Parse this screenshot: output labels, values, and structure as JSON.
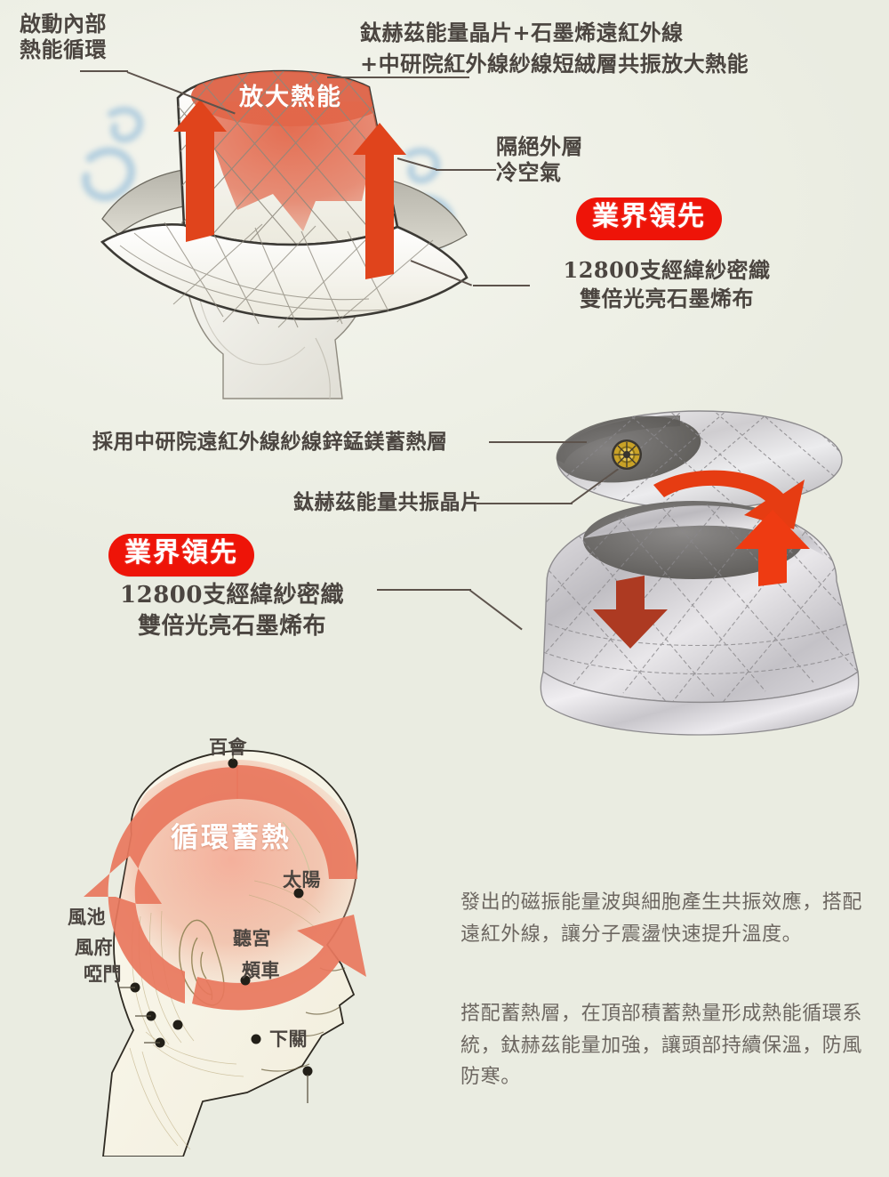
{
  "page": {
    "background_color": "#eff0e7",
    "accent_red": "#ee1408",
    "accent_coral": "#e2674a",
    "arrow_red": "#e0441c",
    "wind_blue": "#a8c8dd",
    "text_color": "#4b4540",
    "body_text_color": "#6d6761"
  },
  "section_top": {
    "label_left": "啟動內部\n熱能循環",
    "label_topright": "鈦赫茲能量晶片+石墨烯遠紅外線\n+中研院紅外線紗線短絨層共振放大熱能",
    "label_right_cold": "隔絕外層\n冷空氣",
    "hat_overlay_text": "放大熱能",
    "badge": "業界領先",
    "badge_caption": "12800支經緯紗密織\n雙倍光亮石墨烯布"
  },
  "section_middle": {
    "label_layer": "採用中研院遠紅外線紗線鋅錳鎂蓄熱層",
    "label_chip": "鈦赫茲能量共振晶片",
    "badge": "業界領先",
    "badge_caption": "12800支經緯紗密織\n雙倍光亮石墨烯布"
  },
  "section_head": {
    "overlay_text": "循環蓄熱",
    "acupoints": [
      {
        "name": "百會",
        "label": "百會"
      },
      {
        "name": "太陽",
        "label": "太陽"
      },
      {
        "name": "聽宮",
        "label": "聽宮"
      },
      {
        "name": "風池",
        "label": "風池"
      },
      {
        "name": "風府",
        "label": "風府"
      },
      {
        "name": "啞門",
        "label": "啞門"
      },
      {
        "name": "頰車",
        "label": "頰車"
      },
      {
        "name": "下關",
        "label": "下關"
      }
    ]
  },
  "section_text": {
    "paragraph1": "發出的磁振能量波與細胞產生共振效應，搭配遠紅外線，讓分子震盪快速提升溫度。",
    "paragraph2": "搭配蓄熱層，在頂部積蓄熱量形成熱能循環系統，鈦赫茲能量加強，讓頭部持續保溫，防風防寒。"
  }
}
